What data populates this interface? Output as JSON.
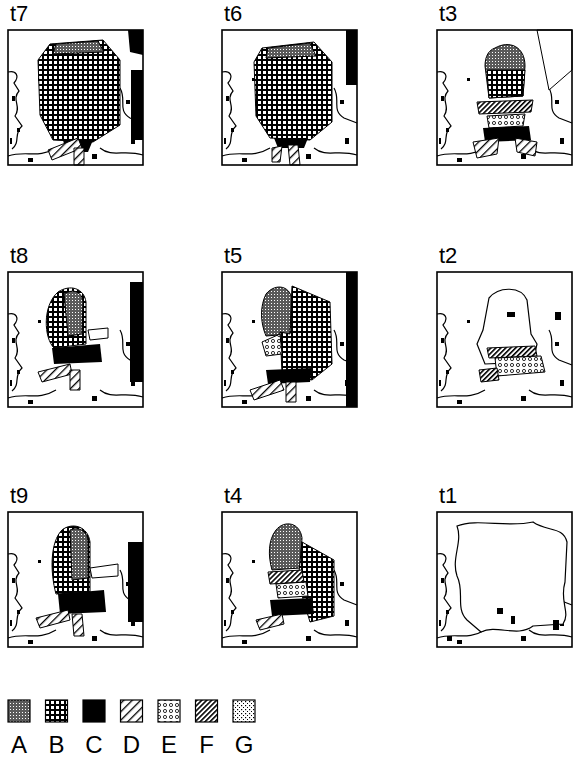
{
  "diagram": {
    "labels": [
      "t7",
      "t6",
      "t3",
      "t8",
      "t5",
      "t2",
      "t9",
      "t4",
      "t1"
    ],
    "legend": [
      {
        "text": "A"
      },
      {
        "text": "B"
      },
      {
        "text": "C"
      },
      {
        "text": "D"
      },
      {
        "text": "E"
      },
      {
        "text": "F"
      },
      {
        "text": "G"
      }
    ]
  }
}
